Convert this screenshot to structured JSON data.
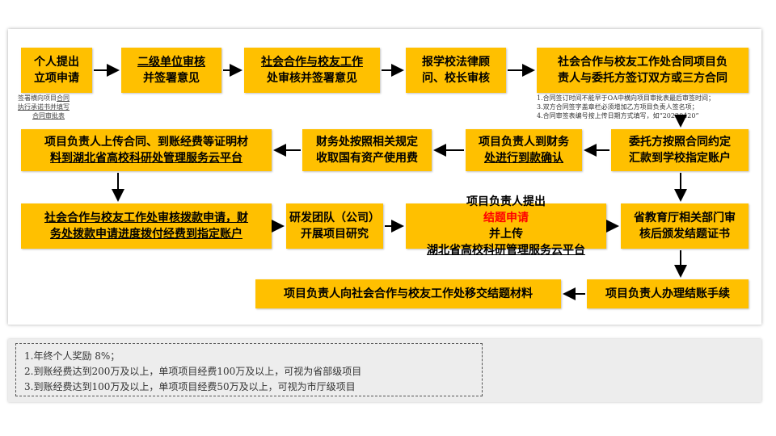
{
  "flow": {
    "b1": [
      "个人提出",
      "立项申请"
    ],
    "b2": [
      "二级单位审核",
      "并签署意见"
    ],
    "b3": [
      "社会合作与校友工作",
      "处审核并签署意见"
    ],
    "b4": [
      "报学校法律顾",
      "问、校长审核"
    ],
    "b5": [
      "社会合作与校友工作处合同项目负",
      "责人与委托方签订双方或三方合同"
    ],
    "b6": [
      "委托方按照合同约定",
      "汇款到学校指定账户"
    ],
    "b7": [
      "项目负责人到财务",
      "处进行到款确认"
    ],
    "b8": [
      "财务处按照相关规定",
      "收取国有资产使用费"
    ],
    "b9": [
      "项目负责人上传合同、到账经费等证明材",
      "料到湖北省高校科研处管理服务云平台"
    ],
    "b10": [
      "社会合作与校友工作处审核拨款申请，财",
      "务处拨款申请进度拨付经费到指定账户"
    ],
    "b11": [
      "研发团队（公司）",
      "开展项目研究"
    ],
    "b12_a": "项目负责人提出",
    "b12_red": "结题申请",
    "b12_b": "并上传",
    "b12_line2": "湖北省高校科研管理服务云平台",
    "b13": [
      "省教育厅相关部门审",
      "核后颁发结题证书"
    ],
    "b14": "项目负责人办理结账手续",
    "b15": "项目负责人向社会合作与校友工作处移交结题材料"
  },
  "note_left": {
    "l1a": "签署横向项目",
    "l1b": "合同",
    "l2": "执行承诺书并填写",
    "l3": "合同审批表"
  },
  "note_right": [
    "1.合同签订时间不能早于OA中横向项目审批表最后审签时间；",
    "3.双方合同签字盖章栏必须增加乙方项目负责人签名项；",
    "4.合同审签表编号按上传日期方式填写，如“20220420”"
  ],
  "bottom_notes": [
    "1.年终个人奖励 8%；",
    "2.到账经费达到200万及以上，单项项目经费100万及以上，可视为省部级项目",
    "3.到账经费达到100万及以上，单项项目经费50万及以上，可视为市厅级项目"
  ],
  "colors": {
    "box": "#ffc000",
    "highlight": "#ff0000",
    "arrow": "#000000"
  }
}
